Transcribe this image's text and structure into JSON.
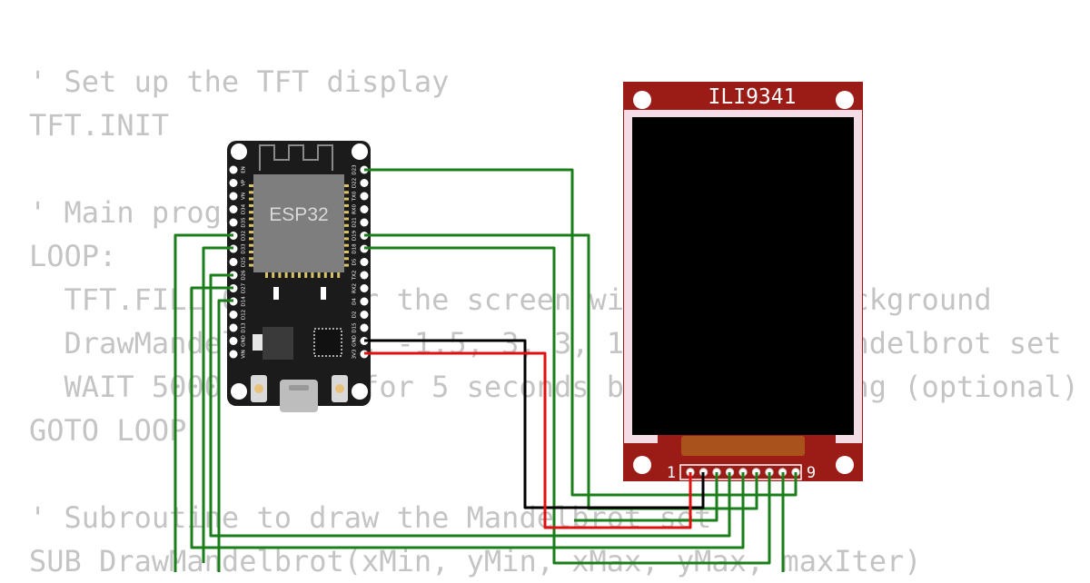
{
  "code_lines": [
    "' Set up the TFT display",
    "TFT.INIT",
    "",
    "' Main program",
    "LOOP:",
    "  TFT.FILL 0 ' Clear the screen with a black background",
    "  DrawMandelbrot(-2, -1.5, 3, 3, 100) ' Draw Mandelbrot set",
    "  WAIT 5000 ' Wait for 5 seconds before redrawing (optional)",
    "GOTO LOOP",
    "",
    "' Subroutine to draw the Mandelbrot set",
    "SUB DrawMandelbrot(xMin, yMin, xMax, yMax, maxIter)"
  ],
  "esp32": {
    "chip_label": "ESP32",
    "left_pins": [
      "EN",
      "VP",
      "VN",
      "D34",
      "D35",
      "D32",
      "D33",
      "D25",
      "D26",
      "D27",
      "D14",
      "D12",
      "D13",
      "GND",
      "VIN"
    ],
    "right_pins": [
      "D23",
      "D22",
      "TX0",
      "RX0",
      "D21",
      "D19",
      "D18",
      "D5",
      "TX2",
      "RX2",
      "D4",
      "D2",
      "D15",
      "GND",
      "3V3"
    ]
  },
  "tft": {
    "title": "ILI9341",
    "pin_first": "1",
    "pin_last": "9"
  },
  "colors": {
    "wire_green": "#1a7f1a",
    "wire_black": "#000000",
    "wire_red": "#e01010",
    "board_red": "#9b1b17",
    "screen_black": "#000000",
    "flex_orange": "#a9521c",
    "esp_body": "#1b1b1b",
    "chip_gray": "#7e7e7e"
  }
}
